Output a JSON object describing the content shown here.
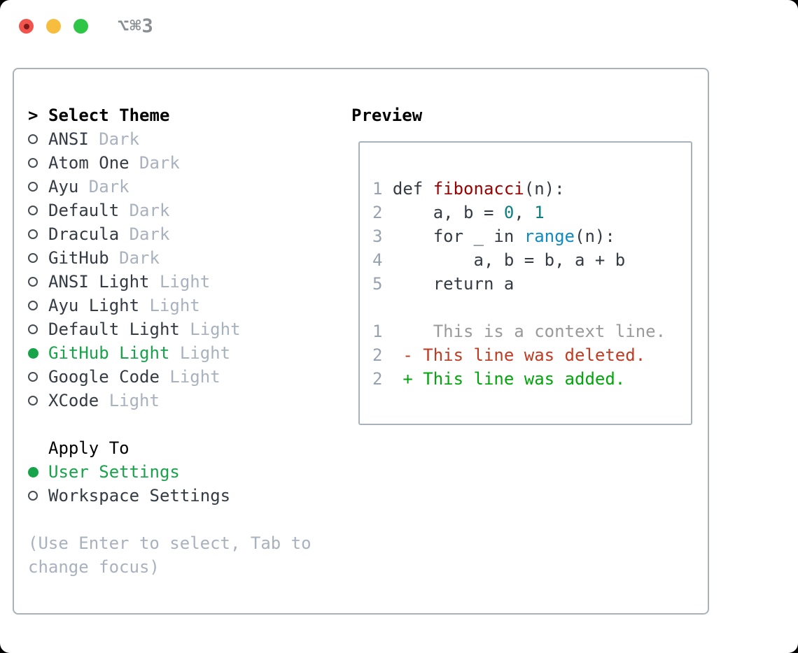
{
  "titlebar": {
    "shortcut": "⌥⌘3"
  },
  "theme_picker": {
    "cursor": ">",
    "title": "Select Theme",
    "items": [
      {
        "label": "ANSI",
        "tag": "Dark",
        "selected": false
      },
      {
        "label": "Atom One",
        "tag": "Dark",
        "selected": false
      },
      {
        "label": "Ayu",
        "tag": "Dark",
        "selected": false
      },
      {
        "label": "Default",
        "tag": "Dark",
        "selected": false
      },
      {
        "label": "Dracula",
        "tag": "Dark",
        "selected": false
      },
      {
        "label": "GitHub",
        "tag": "Dark",
        "selected": false
      },
      {
        "label": "ANSI Light",
        "tag": "Light",
        "selected": false
      },
      {
        "label": "Ayu Light",
        "tag": "Light",
        "selected": false
      },
      {
        "label": "Default Light",
        "tag": "Light",
        "selected": false
      },
      {
        "label": "GitHub Light",
        "tag": "Light",
        "selected": true
      },
      {
        "label": "Google Code",
        "tag": "Light",
        "selected": false
      },
      {
        "label": "XCode",
        "tag": "Light",
        "selected": false
      }
    ]
  },
  "apply_to": {
    "title": "Apply To",
    "options": [
      {
        "label": "User Settings",
        "selected": true
      },
      {
        "label": "Workspace Settings",
        "selected": false
      }
    ]
  },
  "hint": "(Use Enter to select, Tab to change focus)",
  "preview": {
    "title": "Preview",
    "lines": [
      {
        "num": "1",
        "tokens": [
          {
            "t": "def ",
            "c": "plain"
          },
          {
            "t": "fibonacci",
            "c": "title"
          },
          {
            "t": "(n):",
            "c": "plain"
          }
        ]
      },
      {
        "num": "2",
        "tokens": [
          {
            "t": "    a, b = ",
            "c": "plain"
          },
          {
            "t": "0",
            "c": "number"
          },
          {
            "t": ", ",
            "c": "plain"
          },
          {
            "t": "1",
            "c": "number"
          }
        ]
      },
      {
        "num": "3",
        "tokens": [
          {
            "t": "    for _ in ",
            "c": "plain"
          },
          {
            "t": "range",
            "c": "builtin"
          },
          {
            "t": "(n):",
            "c": "plain"
          }
        ]
      },
      {
        "num": "4",
        "tokens": [
          {
            "t": "        a, b = b, a + b",
            "c": "plain"
          }
        ]
      },
      {
        "num": "5",
        "tokens": [
          {
            "t": "    return a",
            "c": "plain"
          }
        ]
      },
      {
        "num": "",
        "tokens": []
      },
      {
        "num": "1",
        "tokens": [
          {
            "t": "    This is a context line.",
            "c": "context"
          }
        ]
      },
      {
        "num": "2",
        "tokens": [
          {
            "t": " - This line was deleted.",
            "c": "deletion"
          }
        ]
      },
      {
        "num": "2",
        "tokens": [
          {
            "t": " + This line was added.",
            "c": "addition"
          }
        ]
      }
    ]
  },
  "colors": {
    "accent_green": "#17a34a",
    "panel_border": "#a9b2ba",
    "text_primary": "#343b44",
    "text_muted": "#a8b2be",
    "line_number": "#98a2ae",
    "code_title_red": "#990000",
    "code_number_teal": "#0d7e80",
    "code_builtin_blue": "#0e8ac2",
    "diff_context": "#9a9a9a",
    "diff_deleted": "#c13a21",
    "diff_added": "#00a60a",
    "traffic_red": "#f2544d",
    "traffic_yellow": "#f6bd3e",
    "traffic_green": "#2fc648",
    "shortcut_gray": "#8a8f93"
  }
}
